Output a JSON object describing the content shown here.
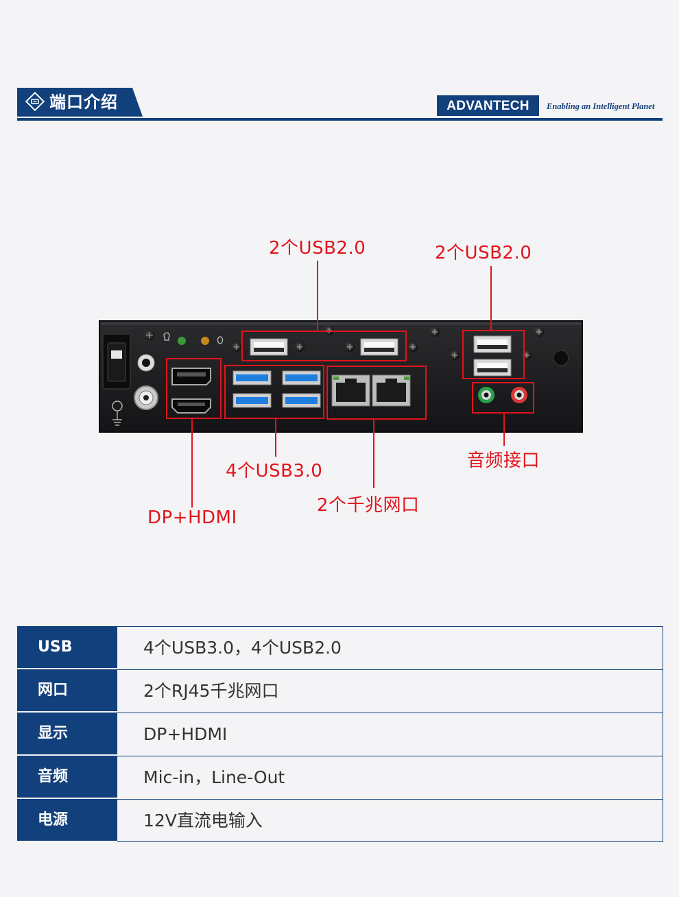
{
  "header": {
    "title": "端口介绍",
    "brand": "ADVANTECH",
    "slogan": "Enabling an Intelligent Planet"
  },
  "callouts": {
    "usb2_center": "2个USB2.0",
    "usb2_right": "2个USB2.0",
    "usb3": "4个USB3.0",
    "lan": "2个千兆网口",
    "audio": "音频接口",
    "display": "DP+HDMI"
  },
  "colors": {
    "brand_blue": "#12407c",
    "callout_red": "#e0141c",
    "usb3_blue": "#1e7fe0",
    "mic_green": "#2aa04a",
    "lineout_red": "#d63838"
  },
  "spec_table": [
    {
      "key": "USB",
      "value": "4个USB3.0，4个USB2.0"
    },
    {
      "key": "网口",
      "value": "2个RJ45千兆网口"
    },
    {
      "key": "显示",
      "value": "DP+HDMI"
    },
    {
      "key": "音频",
      "value": "Mic-in，Line-Out"
    },
    {
      "key": "电源",
      "value": "12V直流电输入"
    }
  ]
}
